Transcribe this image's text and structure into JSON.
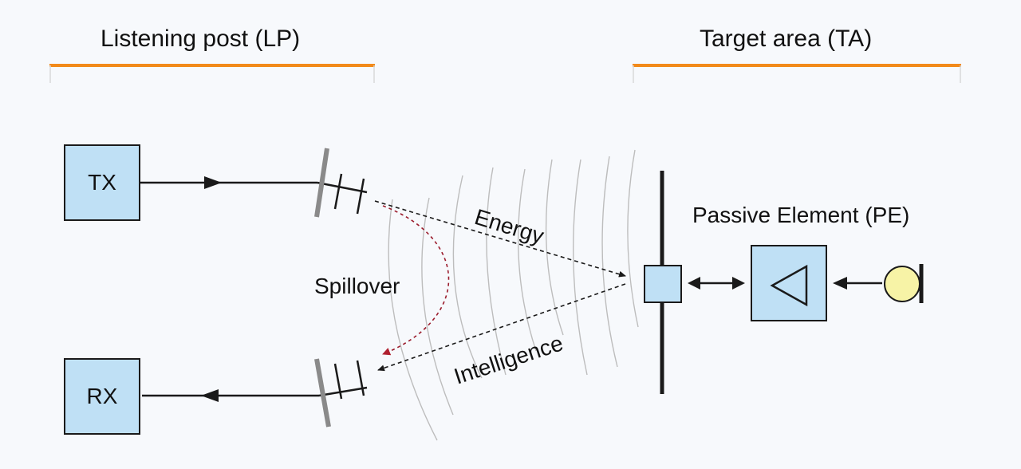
{
  "headers": {
    "left": "Listening post (LP)",
    "right": "Target area (TA)"
  },
  "boxes": {
    "tx": "TX",
    "rx": "RX"
  },
  "labels": {
    "energy": "Energy",
    "intelligence": "Intelligence",
    "spillover": "Spillover",
    "passive_element": "Passive Element (PE)"
  },
  "colors": {
    "header_line": "#f28a1a",
    "box_fill": "#bfe0f5",
    "microphone_fill": "#f7f3a6",
    "spillover_arrow": "#9b1c2c",
    "wavefront": "#b9b9b9"
  },
  "icons": {
    "amplifier": "triangle-icon",
    "microphone": "microphone-icon",
    "antenna": "antenna-icon"
  }
}
